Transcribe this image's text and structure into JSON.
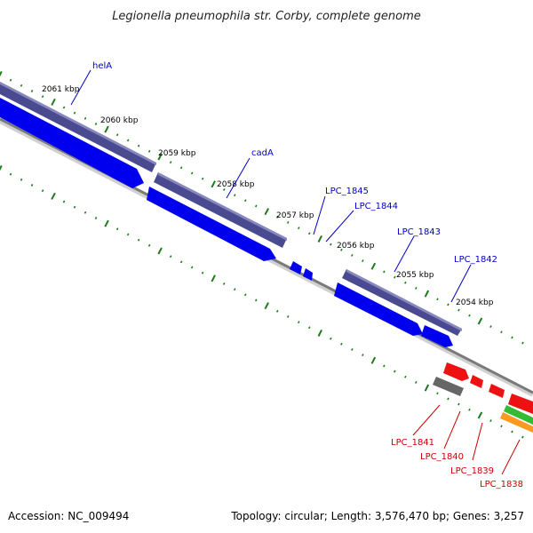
{
  "title": "Legionella pneumophila str. Corby, complete genome",
  "footer": {
    "accession": "Accession: NC_009494",
    "summary": "Topology: circular; Length: 3,576,470 bp; Genes: 3,257"
  },
  "colors": {
    "forward": "#0000ee",
    "reverse_cds": "#4a4a90",
    "backbone": "#888888",
    "red_gene": "#ee1111",
    "gray_gene": "#666666",
    "green_gene": "#33bb33",
    "orange_gene": "#ff9922",
    "tick": "#1d7a1d"
  },
  "kbp_labels": [
    "2061 kbp",
    "2060 kbp",
    "2059 kbp",
    "2058 kbp",
    "2057 kbp",
    "2056 kbp",
    "2055 kbp",
    "2054 kbp"
  ],
  "gene_labels_blue": [
    "helA",
    "cadA",
    "LPC_1845",
    "LPC_1844",
    "LPC_1843",
    "LPC_1842"
  ],
  "gene_labels_red": [
    "LPC_1841",
    "LPC_1840",
    "LPC_1839",
    "LPC_1838"
  ]
}
